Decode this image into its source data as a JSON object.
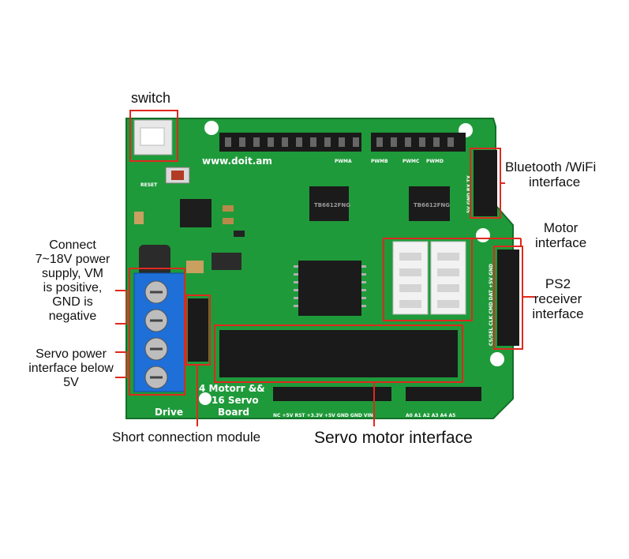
{
  "labels": {
    "switch": "switch",
    "bluetooth_line1": "Bluetooth /WiFi",
    "bluetooth_line2": "interface",
    "motor_line1": "Motor",
    "motor_line2": "interface",
    "ps2_line1": "PS2",
    "ps2_line2": "receiver",
    "ps2_line3": "interface",
    "power_line1": "Connect",
    "power_line2": "7~18V power",
    "power_line3": "supply, VM",
    "power_line4": "is positive,",
    "power_line5": "GND is",
    "power_line6": "negative",
    "servo_power_line1": "Servo power",
    "servo_power_line2": "interface below",
    "servo_power_line3": "5V",
    "short_connection": "Short connection module",
    "servo_motor": "Servo motor interface"
  },
  "board_print": {
    "website": "www.doit.am",
    "name_line1": "4 Motorr &&",
    "name_line2": "16 Servo",
    "name_line3": "Board",
    "drive": "Drive",
    "reset": "RESET",
    "chip1": "TB6612FNG",
    "chip2": "TB6612FNG",
    "pwma": "PWMA",
    "pwmb": "PWMB",
    "pwmc": "PWMC",
    "pwmd": "PWMD",
    "ps2_pins": "CS/SEL CLK CMD DAT +5V GND",
    "bt_pins": "5V GND RX TX",
    "analog_pins": "A0 A1 A2 A3 A4 A5",
    "power_pins": "NC +5V RST +3.3V +5V GND GND VIN"
  },
  "colors": {
    "pcb": "#1f9a3a",
    "pcb_dark": "#167a2c",
    "highlight_box": "#e0281e",
    "terminal_block": "#1e6fd8",
    "header": "#1a1a1a"
  }
}
